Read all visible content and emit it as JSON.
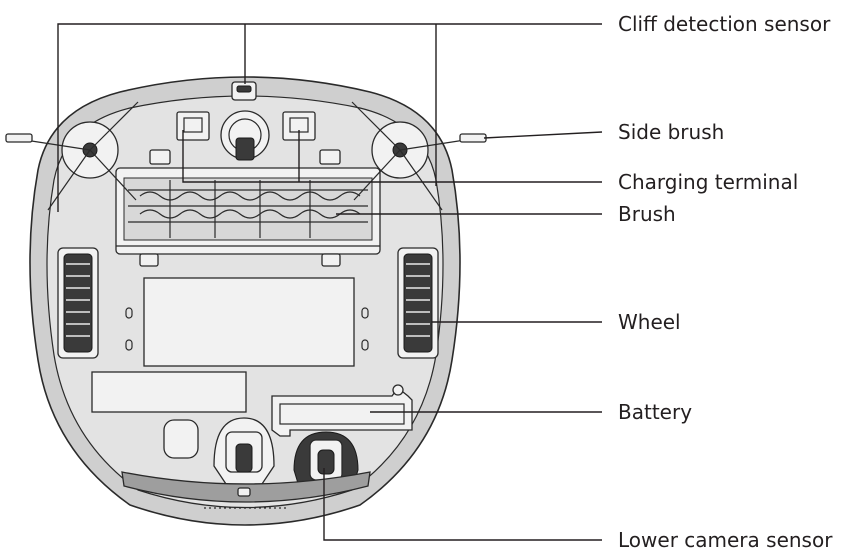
{
  "diagram": {
    "labels": {
      "cliff_detection_sensor": "Cliff detection sensor",
      "side_brush": "Side brush",
      "charging_terminal": "Charging terminal",
      "brush": "Brush",
      "wheel": "Wheel",
      "battery": "Battery",
      "lower_camera_sensor": "Lower camera sensor"
    },
    "colors": {
      "outline": "#231f20",
      "body": "#cfcfcf",
      "inner_panel": "#e3e3e3",
      "parts": "#f2f2f2",
      "dark_parts": "#3a3a3a"
    }
  }
}
